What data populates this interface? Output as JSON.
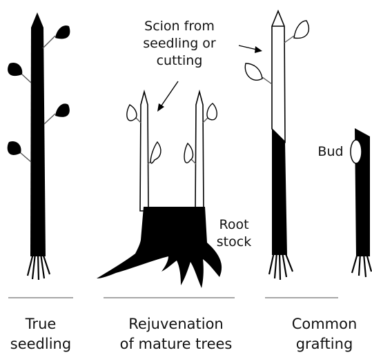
{
  "labels": {
    "scion": [
      "Scion from",
      "seedling or",
      "cutting"
    ],
    "rootstock": [
      "Root",
      "stock"
    ],
    "bud": "Bud"
  },
  "captions": {
    "true_seedling": [
      "True",
      "seedling"
    ],
    "rejuvenation": [
      "Rejuvenation",
      "of mature trees"
    ],
    "common_grafting": [
      "Common",
      "grafting"
    ]
  }
}
